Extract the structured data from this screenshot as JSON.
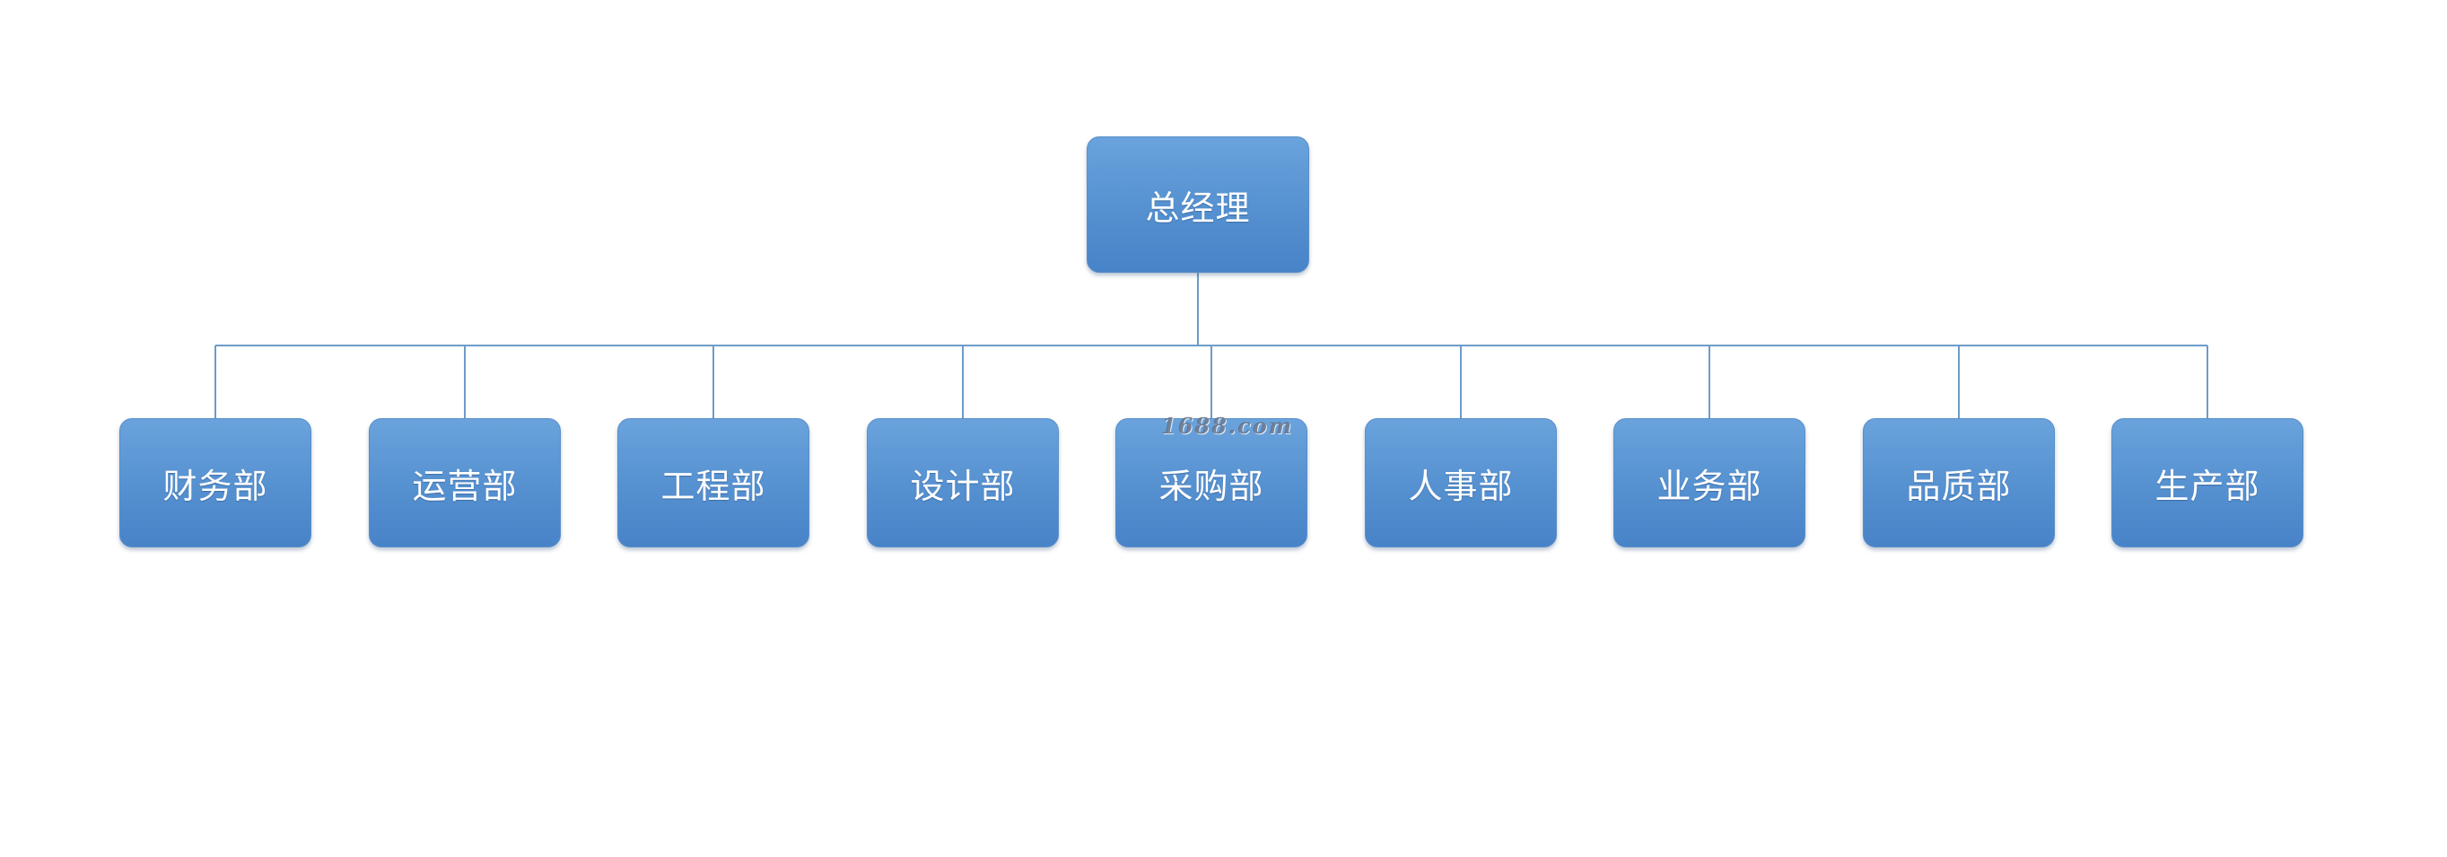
{
  "org_chart": {
    "root": {
      "label": "总经理"
    },
    "departments": [
      {
        "label": "财务部"
      },
      {
        "label": "运营部"
      },
      {
        "label": "工程部"
      },
      {
        "label": "设计部"
      },
      {
        "label": "采购部"
      },
      {
        "label": "人事部"
      },
      {
        "label": "业务部"
      },
      {
        "label": "品质部"
      },
      {
        "label": "生产部"
      }
    ]
  },
  "watermark": {
    "text": "1688.com"
  },
  "colors": {
    "node_fill": "#5590d0",
    "node_border": "#5a8fc8",
    "connector": "#6e9bc9",
    "text": "#ffffff"
  }
}
